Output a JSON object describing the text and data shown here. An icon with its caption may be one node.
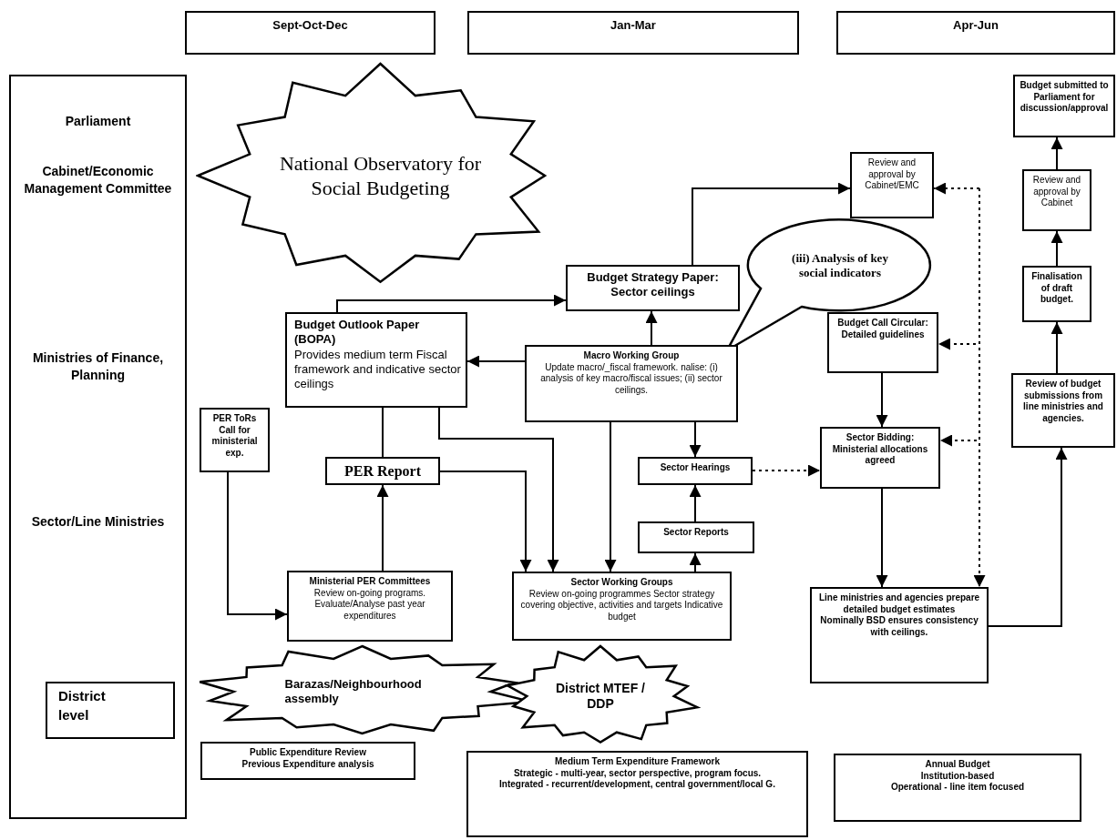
{
  "diagram": {
    "nodes": [
      {
        "text": [
          "Sept-Oct-Dec"
        ]
      },
      {
        "text": [
          "Jan-Mar"
        ]
      },
      {
        "text": [
          "Apr-Jun"
        ]
      },
      {
        "text": [
          "Parliament",
          "Cabinet/Economic Management Committee",
          "Ministries of Finance, Planning",
          "Sector/Line Ministries"
        ]
      },
      {
        "text": [
          "District level"
        ],
        "in": 3
      },
      {
        "text": [
          "National Observatory for Social Budgeting"
        ]
      },
      {
        "text": [
          "Budget Outlook Paper (BOPA)",
          "Provides medium term Fiscal framework and indicative sector ceilings"
        ]
      },
      {
        "text": [
          "PER ToRs Call for ministerial exp."
        ]
      },
      {
        "text": [
          "PER Report"
        ]
      },
      {
        "text": [
          "Ministerial PER Committees",
          "Review on-going programs. Evaluate/Analyse past year expenditures"
        ]
      },
      {
        "text": [
          "Macro Working Group",
          "Update macro/_fiscal framework. nalise: (i) analysis of key macro/fiscal issues; (ii) sector ceilings."
        ]
      },
      {
        "text": [
          "Budget Strategy Paper: Sector ceilings"
        ]
      },
      {
        "text": [
          "(iii) Analysis of key social indicators"
        ]
      },
      {
        "text": [
          "Review and approval by Cabinet/EMC"
        ]
      },
      {
        "text": [
          "Budget Call Circular: Detailed guidelines"
        ]
      },
      {
        "text": [
          "Sector Hearings"
        ]
      },
      {
        "text": [
          "Sector Reports"
        ]
      },
      {
        "text": [
          "Sector Bidding: Ministerial allocations agreed"
        ]
      },
      {
        "text": [
          "Sector Working Groups",
          "Review on-going programmes Sector strategy covering objective, activities and targets Indicative budget"
        ]
      },
      {
        "text": [
          "Line ministries and agencies prepare detailed budget estimates",
          "Nominally BSD ensures consistency with ceilings."
        ]
      },
      {
        "text": [
          "Budget submitted to Parliament for discussion/approval"
        ]
      },
      {
        "text": [
          "Review and approval by Cabinet"
        ]
      },
      {
        "text": [
          "Finalisation of draft budget."
        ]
      },
      {
        "text": [
          "Review of budget submissions from line ministries and agencies."
        ]
      },
      {
        "text": [
          "Barazas/Neighbourhood assembly"
        ]
      },
      {
        "text": [
          "District MTEF / DDP"
        ]
      },
      {
        "text": [
          "Public Expenditure Review",
          "Previous Expenditure analysis"
        ]
      },
      {
        "text": [
          "Medium Term Expenditure Framework",
          "Strategic - multi-year, sector perspective, program focus.",
          "Integrated - recurrent/development, central government/local G."
        ]
      },
      {
        "text": [
          "Annual Budget",
          "Institution-based",
          "Operational - line item focused"
        ]
      }
    ],
    "edges": [
      {
        "from": 6,
        "to": 11,
        "arrow": "to"
      },
      {
        "from": 11,
        "to": 13,
        "arrow": "to"
      },
      {
        "from": 10,
        "to": 6,
        "arrow": "to"
      },
      {
        "from": 10,
        "to": 11,
        "arrow": "to"
      },
      {
        "from": 10,
        "to": 15,
        "arrow": "to"
      },
      {
        "from": 10,
        "to": 18,
        "arrow": "to"
      },
      {
        "from": 6,
        "to": 8,
        "arrow": "none"
      },
      {
        "from": 6,
        "to": 18,
        "arrow": "to"
      },
      {
        "from": 8,
        "to": 18,
        "arrow": "to"
      },
      {
        "from": 9,
        "to": 8,
        "arrow": "to"
      },
      {
        "from": 7,
        "to": 9,
        "arrow": "to"
      },
      {
        "from": 18,
        "to": 16,
        "arrow": "to"
      },
      {
        "from": 16,
        "to": 15,
        "arrow": "to"
      },
      {
        "from": 15,
        "to": 17,
        "arrow": "to",
        "style": "dashed"
      },
      {
        "from": 14,
        "to": 17,
        "arrow": "to"
      },
      {
        "from": 17,
        "to": 19,
        "arrow": "to"
      },
      {
        "from": null,
        "to": 13,
        "arrow": "to",
        "style": "dashed"
      },
      {
        "from": null,
        "to": 14,
        "arrow": "to",
        "style": "dashed"
      },
      {
        "from": null,
        "to": 17,
        "arrow": "to",
        "style": "dashed"
      },
      {
        "from": null,
        "to": 19,
        "arrow": "to",
        "style": "dashed"
      },
      {
        "from": 19,
        "to": 23,
        "arrow": "to"
      },
      {
        "from": 23,
        "to": 22,
        "arrow": "to"
      },
      {
        "from": 22,
        "to": 21,
        "arrow": "to"
      },
      {
        "from": 21,
        "to": 20,
        "arrow": "to"
      }
    ]
  }
}
